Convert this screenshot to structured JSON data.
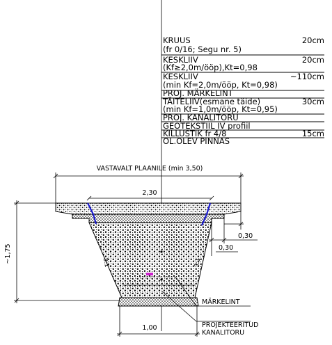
{
  "layers": [
    {
      "l1": "KRUUS",
      "l2": "(fr 0/16; Segu nr. 5)",
      "thickness": "20cm"
    },
    {
      "l1": "KESKLIIV",
      "l2": "(Kf≥2,0m/ööp),Kt=0,98",
      "thickness": "20cm"
    },
    {
      "l1": "KESKLIIV",
      "l2": "(min Kf=2,0m/ööp, Kt=0,98)",
      "thickness": "~110cm"
    },
    {
      "l1": "PROJ. MÄRKELINT",
      "l2": "",
      "thickness": ""
    },
    {
      "l1": "TÄITELIIV(esmane täide)",
      "l2": "(min Kf=1,0m/ööp, Kt=0,95)",
      "thickness": "30cm"
    },
    {
      "l1": "PROJ. KANALITORU",
      "l2": "",
      "thickness": ""
    },
    {
      "l1": "GEOTEKSTIIL IV profiil",
      "l2": "",
      "thickness": ""
    },
    {
      "l1": "KILLUSTIK fr 4/8",
      "l2": "",
      "thickness": "15cm"
    },
    {
      "l1": "OL.OLEV PINNAS",
      "l2": "",
      "thickness": ""
    }
  ],
  "dimensions": {
    "top_width": "VASTAVALT PLAANILE (min 3,50)",
    "mid_width": "2,30",
    "bottom_width": "1,00",
    "depth": "~1,75",
    "step_a": "0,30",
    "step_b": "0,30",
    "slope_left": "3:1",
    "slope_right": "3:1"
  },
  "callouts": {
    "marker_tape": "MÄRKELINT",
    "ducts_line1": "PROJEKTEERITUD",
    "ducts_line2": "KANALITORU"
  },
  "colors": {
    "line": "#000000",
    "geotextile": "#1a1acc",
    "duct": "#cc22cc"
  }
}
